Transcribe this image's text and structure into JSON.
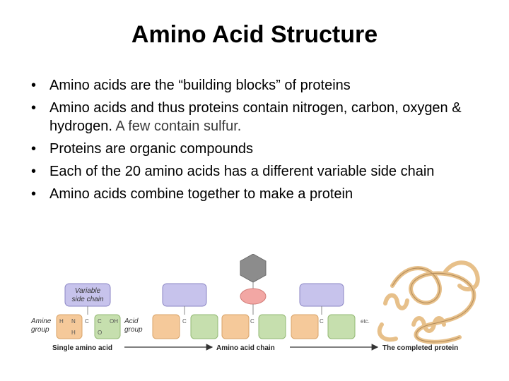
{
  "slide": {
    "title": "Amino Acid Structure",
    "bullets": [
      {
        "text": "Amino acids are the “building blocks” of proteins"
      },
      {
        "text": "Amino acids and thus proteins contain nitrogen, carbon, oxygen & hydrogen.",
        "text_b": " A few contain sulfur."
      },
      {
        "text": "Proteins are organic compounds"
      },
      {
        "text": "Each of the 20 amino acids has a different variable side chain"
      },
      {
        "text": "Amino acids combine together to make a protein"
      }
    ],
    "bullet_glyph": "•"
  },
  "diagram": {
    "variable_side_chain": "Variable side chain",
    "variable_side_chain_l1": "Variable",
    "variable_side_chain_l2": "side chain",
    "amine_group_l1": "Amine",
    "amine_group_l2": "group",
    "acid_group_l1": "Acid",
    "acid_group_l2": "group",
    "atoms": {
      "h1": "H",
      "n": "N",
      "c1": "C",
      "c2": "C",
      "oh": "OH",
      "h2": "H",
      "o": "O",
      "c_chain1": "C",
      "c_chain2": "C",
      "c_chain3": "C"
    },
    "etc": "etc.",
    "single_amino_acid": "Single amino acid",
    "amino_acid_chain": "Amino acid chain",
    "completed_protein": "The completed protein",
    "colors": {
      "side_chain": "#c7c3ec",
      "amine": "#f5c99a",
      "acid": "#c6dfae",
      "hexagon": "#8c8c8c",
      "ellipse": "#f2a7a4",
      "protein": "#e7c08a"
    }
  }
}
